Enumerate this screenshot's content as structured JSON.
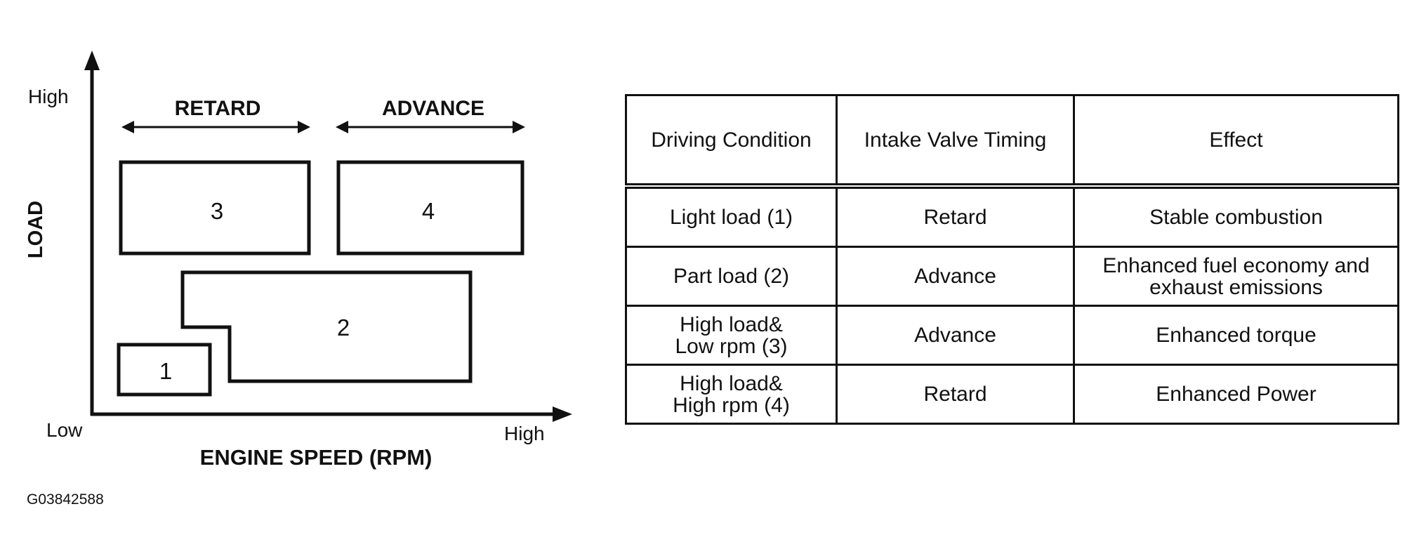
{
  "diagram": {
    "y_axis": {
      "label": "LOAD",
      "high": "High",
      "low": "Low"
    },
    "x_axis": {
      "label": "ENGINE SPEED (RPM)",
      "high": "High"
    },
    "ranges": [
      {
        "label": "RETARD"
      },
      {
        "label": "ADVANCE"
      }
    ],
    "regions": [
      {
        "id": "1"
      },
      {
        "id": "2"
      },
      {
        "id": "3"
      },
      {
        "id": "4"
      }
    ]
  },
  "table": {
    "headers": [
      "Driving Condition",
      "Intake Valve Timing",
      "Effect"
    ],
    "rows": [
      [
        "Light load (1)",
        "Retard",
        "Stable combustion"
      ],
      [
        "Part load (2)",
        "Advance",
        "Enhanced fuel economy and\nexhaust emissions"
      ],
      [
        "High load&\nLow rpm (3)",
        "Advance",
        "Enhanced torque"
      ],
      [
        "High load&\nHigh rpm (4)",
        "Retard",
        "Enhanced Power"
      ]
    ]
  },
  "figure_id": "G03842588"
}
